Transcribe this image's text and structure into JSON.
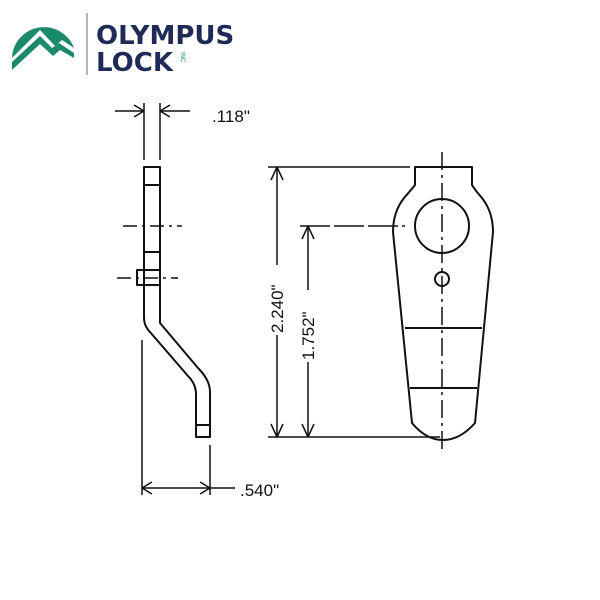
{
  "logo": {
    "line1": "OLYMPUS",
    "line2": "LOCK",
    "suffix": "INC",
    "colors": {
      "mountain": "#1b8a6b",
      "text": "#1e2b58",
      "divider": "#9a9a9a"
    }
  },
  "drawing": {
    "dimensions": {
      "thickness": ".118\"",
      "offset": ".540\"",
      "overall_height": "2.240\"",
      "hole_height": "1.752\""
    },
    "line_color": "#111111"
  }
}
